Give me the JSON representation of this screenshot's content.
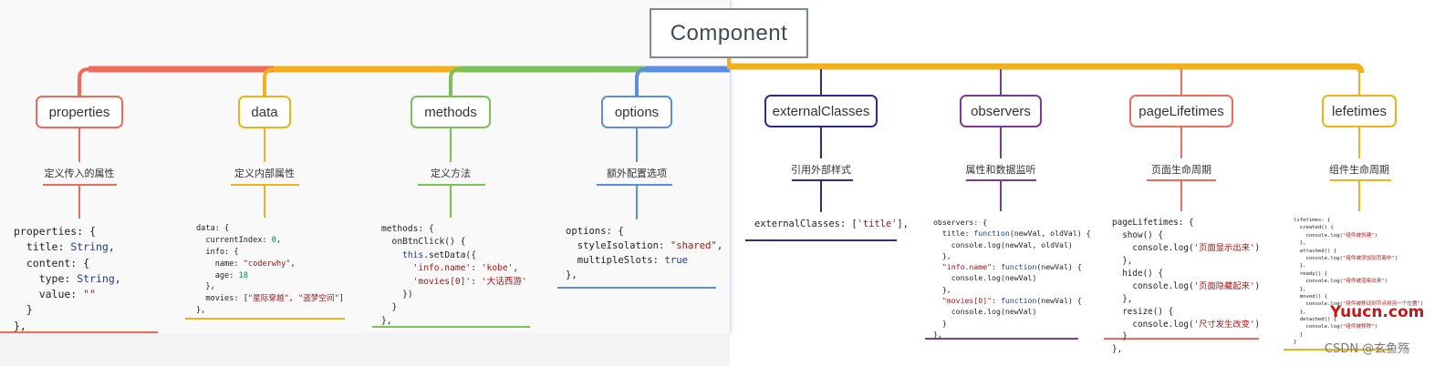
{
  "root": {
    "label": "Component"
  },
  "branches": [
    {
      "id": "properties",
      "label": "properties",
      "desc": "定义传入的属性",
      "color": "#ee6b5a"
    },
    {
      "id": "data",
      "label": "data",
      "desc": "定义内部属性",
      "color": "#f2b01b"
    },
    {
      "id": "methods",
      "label": "methods",
      "desc": "定义方法",
      "color": "#78c256"
    },
    {
      "id": "options",
      "label": "options",
      "desc": "额外配置选项",
      "color": "#5b8ee0"
    },
    {
      "id": "externalClasses",
      "label": "externalClasses",
      "desc": "引用外部样式",
      "color": "#2c2c8c"
    },
    {
      "id": "observers",
      "label": "observers",
      "desc": "属性和数据监听",
      "color": "#7d3a8f"
    },
    {
      "id": "pageLifetimes",
      "label": "pageLifetimes",
      "desc": "页面生命周期",
      "color": "#ee6b5a"
    },
    {
      "id": "lefetimes",
      "label": "lefetimes",
      "desc": "组件生命周期",
      "color": "#f2b01b"
    }
  ],
  "code": {
    "properties": [
      "properties: {",
      "  title: String,",
      "  content: {",
      "    type: String,",
      "    value: \"\"",
      "  }",
      "},"
    ],
    "data": [
      "data: {",
      "  currentIndex: 0,",
      "  info: {",
      "    name: \"coderwhy\",",
      "    age: 18",
      "  },",
      "  movies: [\"星际穿越\", \"盗梦空间\"]",
      "},"
    ],
    "methods": [
      "methods: {",
      "  onBtnClick() {",
      "    this.setData({",
      "      'info.name': 'kobe',",
      "      'movies[0]': '大话西游'",
      "    })",
      "  }",
      "},"
    ],
    "options": [
      "options: {",
      "  styleIsolation: \"shared\",",
      "  multipleSlots: true",
      "},"
    ],
    "externalClasses": [
      "externalClasses: ['title'],"
    ],
    "observers": [
      "observers: {",
      "  title: function(newVal, oldVal) {",
      "    console.log(newVal, oldVal)",
      "  },",
      "  \"info.name\": function(newVal) {",
      "    console.log(newVal)",
      "  },",
      "  \"movies[0]\": function(newVal) {",
      "    console.log(newVal)",
      "  }",
      "},"
    ],
    "pageLifetimes": [
      "pageLifetimes: {",
      "  show() {",
      "    console.log('页面显示出来')",
      "  },",
      "  hide() {",
      "    console.log('页面隐藏起来')",
      "  },",
      "  resize() {",
      "    console.log('尺寸发生改变')",
      "  }",
      "},"
    ],
    "lefetimes": [
      "lifetimes: {",
      "  created() {",
      "    console.log(\"组件被创建\")",
      "  },",
      "  attached() {",
      "    console.log(\"组件被添加到页面中\")",
      "  },",
      "  ready() {",
      "    console.log(\"组件被渲染出来\")",
      "  },",
      "  moved() {",
      "    console.log(\"组件被移动到节点树另一个位置\")",
      "  },",
      "  detached() {",
      "    console.log(\"组件被移除\")",
      "  }",
      "}"
    ]
  },
  "watermarks": {
    "yuucn": "Yuucn.com",
    "csdn": "CSDN @玄鱼殇"
  }
}
